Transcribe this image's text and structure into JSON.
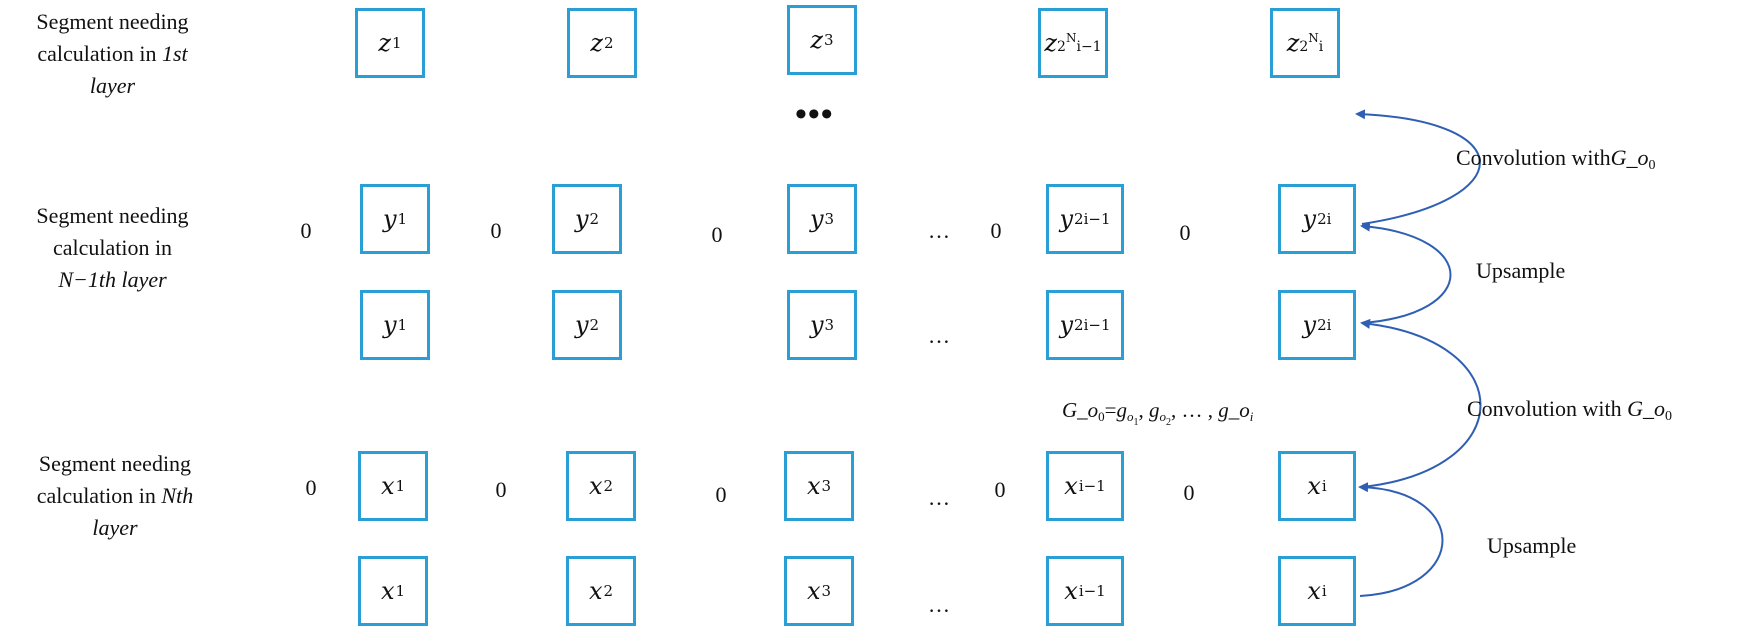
{
  "layer_labels": {
    "first": {
      "prefix": "Segment needing calculation in ",
      "emph": "1st",
      "suffix_emph": "layer"
    },
    "nminus1": {
      "line1": "Segment needing",
      "line2": "calculation in",
      "emph": "N−1th layer"
    },
    "nth": {
      "line1": "Segment needing",
      "line2": "calculation in ",
      "emph": "Nth",
      "line3": "layer"
    }
  },
  "rows": {
    "z": {
      "var": "z",
      "subs": [
        "1",
        "2",
        "3"
      ]
    },
    "z_last": {
      "var": "z",
      "base": "2",
      "sup": "N",
      "subs": [
        "i−1",
        "i"
      ]
    },
    "y_top": {
      "var": "y",
      "subs": [
        "1",
        "2",
        "3",
        "2i−1",
        "2i"
      ]
    },
    "y_bottom": {
      "var": "y",
      "subs": [
        "1",
        "2",
        "3",
        "2i−1",
        "2i"
      ]
    },
    "x_top": {
      "var": "x",
      "subs": [
        "1",
        "2",
        "3",
        "i−1",
        "i"
      ]
    },
    "x_bottom": {
      "var": "x",
      "subs": [
        "1",
        "2",
        "3",
        "i−1",
        "i"
      ]
    }
  },
  "zero": "0",
  "ellipsis": "…",
  "big_ellipsis": "•••",
  "side_labels": {
    "conv_top": {
      "text": "Convolution with",
      "math": "G_o",
      "sub": "0"
    },
    "upsample_top": "Upsample",
    "conv_mid": {
      "text": "Convolution with ",
      "math": "G_o",
      "sub": "0"
    },
    "upsample_bottom": "Upsample"
  },
  "formula": {
    "lhs": "G_o",
    "lhs_sub": "0",
    "eq": "=",
    "t1": "g",
    "t1_sub": "o",
    "t1_subsub": "1",
    "t2": "g",
    "t2_sub": "o",
    "t2_subsub": "2",
    "sep": ", … , ",
    "t3": "g_o",
    "t3_sub": "i"
  },
  "colors": {
    "box_border": "#2a9fd6",
    "arrow": "#2f5fb3",
    "text": "#111111"
  }
}
